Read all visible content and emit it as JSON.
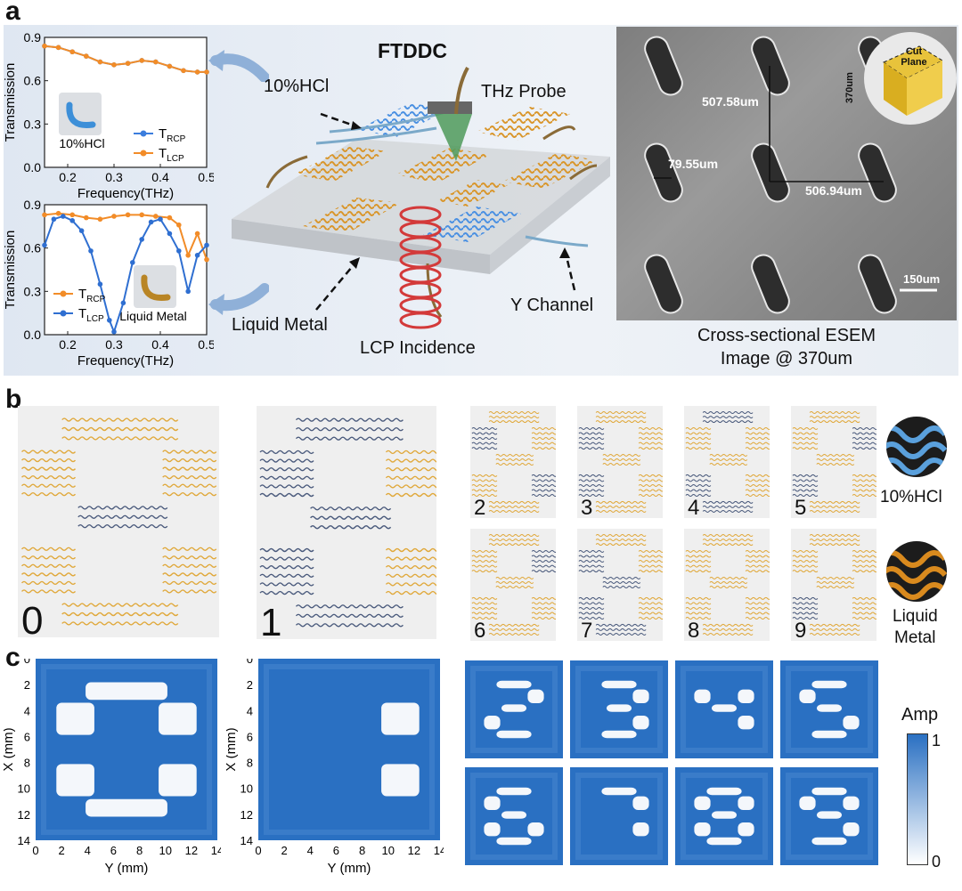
{
  "panels": {
    "a": "a",
    "b": "b",
    "c": "c"
  },
  "panel_a": {
    "title": "FTDDC",
    "labels": {
      "hcl": "10%HCl",
      "thz_probe": "THz Probe",
      "liquid_metal": "Liquid Metal",
      "y_channel": "Y Channel",
      "lcp_incidence": "LCP Incidence"
    },
    "esem": {
      "caption_line1": "Cross-sectional ESEM",
      "caption_line2": "Image @ 370um",
      "dim_vertical": "507.58um",
      "dim_horizontal": "506.94um",
      "dim_width": "79.55um",
      "scale_bar": "150um",
      "cut_plane": "Cut Plane",
      "depth": "370um"
    }
  },
  "chart_data": [
    {
      "type": "line",
      "xlabel": "Frequency(THz)",
      "ylabel": "Transmission",
      "xlim": [
        0.15,
        0.5
      ],
      "ylim": [
        0,
        0.9
      ],
      "xticks": [
        "0.2",
        "0.3",
        "0.4",
        "0.5"
      ],
      "yticks": [
        "0.0",
        "0.3",
        "0.6",
        "0.9"
      ],
      "inset_label": "10%HCl",
      "series": [
        {
          "name": "T_RCP",
          "color": "#3b7ddd",
          "x": [
            0.15,
            0.18,
            0.21,
            0.24,
            0.27,
            0.3,
            0.33,
            0.36,
            0.39,
            0.42,
            0.45,
            0.48,
            0.5
          ],
          "y": [
            0.84,
            0.83,
            0.8,
            0.77,
            0.73,
            0.71,
            0.72,
            0.74,
            0.73,
            0.7,
            0.67,
            0.66,
            0.66
          ]
        },
        {
          "name": "T_LCP",
          "color": "#f28c28",
          "x": [
            0.15,
            0.18,
            0.21,
            0.24,
            0.27,
            0.3,
            0.33,
            0.36,
            0.39,
            0.42,
            0.45,
            0.48,
            0.5
          ],
          "y": [
            0.84,
            0.83,
            0.8,
            0.77,
            0.73,
            0.71,
            0.72,
            0.74,
            0.73,
            0.7,
            0.67,
            0.66,
            0.66
          ]
        }
      ]
    },
    {
      "type": "line",
      "xlabel": "Frequency(THz)",
      "ylabel": "Transmission",
      "xlim": [
        0.15,
        0.5
      ],
      "ylim": [
        0,
        0.9
      ],
      "xticks": [
        "0.2",
        "0.3",
        "0.4",
        "0.5"
      ],
      "yticks": [
        "0.0",
        "0.3",
        "0.6",
        "0.9"
      ],
      "inset_label": "Liquid Metal",
      "series": [
        {
          "name": "T_RCP",
          "color": "#f28c28",
          "x": [
            0.15,
            0.18,
            0.21,
            0.24,
            0.27,
            0.3,
            0.33,
            0.36,
            0.39,
            0.42,
            0.44,
            0.46,
            0.48,
            0.5
          ],
          "y": [
            0.83,
            0.84,
            0.83,
            0.81,
            0.8,
            0.82,
            0.83,
            0.83,
            0.82,
            0.81,
            0.76,
            0.55,
            0.7,
            0.52
          ]
        },
        {
          "name": "T_LCP",
          "color": "#2f6fd1",
          "x": [
            0.15,
            0.17,
            0.19,
            0.21,
            0.23,
            0.25,
            0.27,
            0.29,
            0.3,
            0.32,
            0.34,
            0.36,
            0.38,
            0.4,
            0.42,
            0.44,
            0.46,
            0.48,
            0.5
          ],
          "y": [
            0.62,
            0.8,
            0.82,
            0.79,
            0.72,
            0.58,
            0.35,
            0.1,
            0.02,
            0.22,
            0.5,
            0.66,
            0.78,
            0.8,
            0.7,
            0.58,
            0.3,
            0.55,
            0.62
          ]
        }
      ]
    }
  ],
  "panel_b": {
    "digits": [
      "0",
      "1",
      "2",
      "3",
      "4",
      "5",
      "6",
      "7",
      "8",
      "9"
    ],
    "legend_hcl": "10%HCl",
    "legend_lm_line1": "Liquid",
    "legend_lm_line2": "Metal",
    "colors": {
      "liquid_metal": "#e0a83a",
      "hcl": "#4a5a7c",
      "substrate": "#efefef"
    }
  },
  "panel_c": {
    "xlabel": "Y (mm)",
    "ylabel": "X (mm)",
    "ticks": [
      "0",
      "2",
      "4",
      "6",
      "8",
      "10",
      "12",
      "14"
    ],
    "colorbar": {
      "title": "Amp",
      "max": "1",
      "min": "0"
    },
    "colors": {
      "high": "#2a70c2",
      "low": "#f4f7fb"
    }
  }
}
